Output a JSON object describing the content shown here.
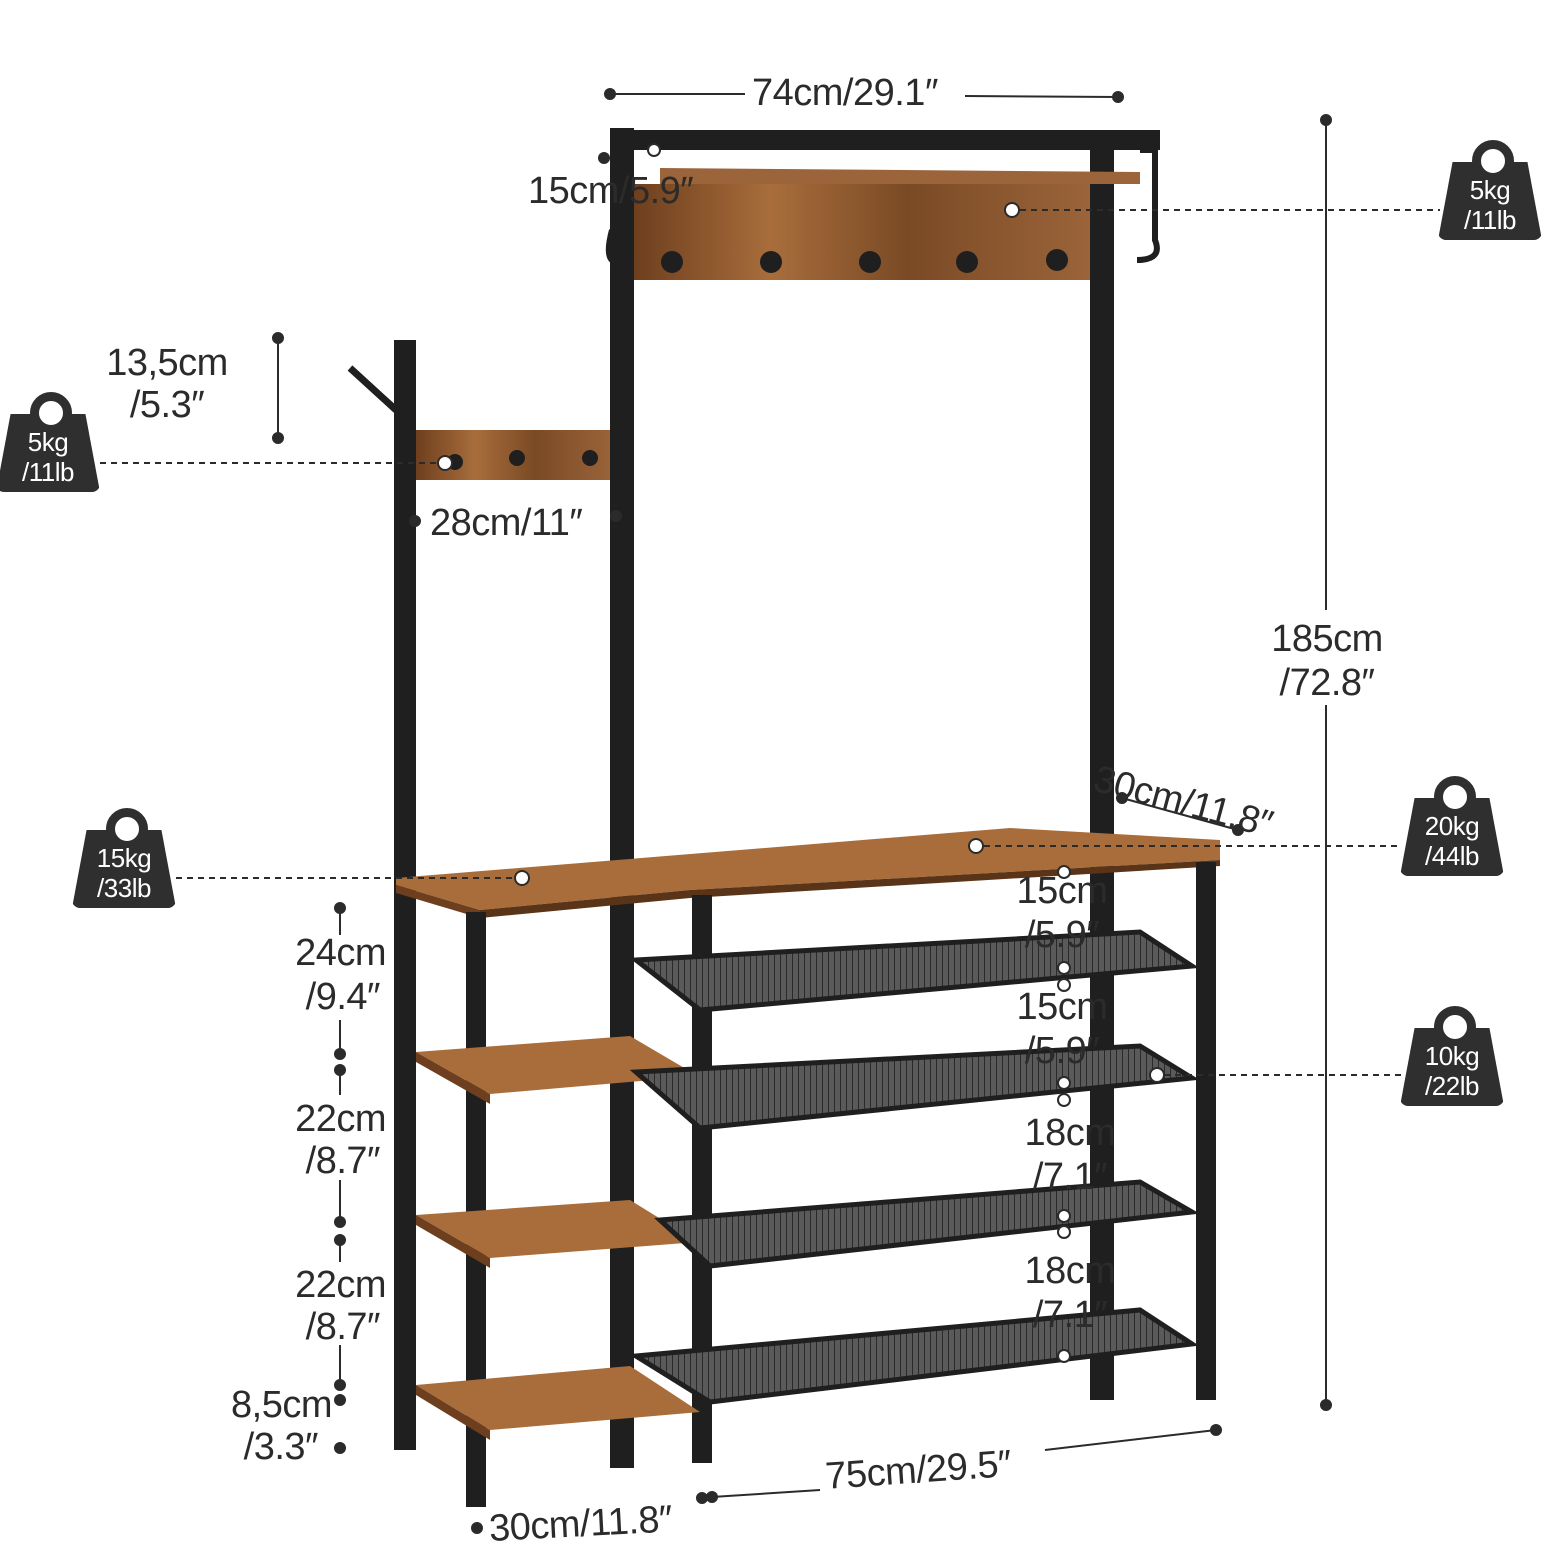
{
  "dimensions": {
    "top_width": "74cm/29.1″",
    "top_depth": "15cm/5.9″",
    "side_hook_height_line1": "13,5cm",
    "side_hook_height_line2": "/5.3″",
    "side_width": "28cm/11″",
    "total_height_line1": "185cm",
    "total_height_line2": "/72.8″",
    "bench_depth": "30cm/11.8″",
    "left_gap1_line1": "24cm",
    "left_gap1_line2": "/9.4″",
    "left_gap2_line1": "22cm",
    "left_gap2_line2": "/8.7″",
    "left_gap3_line1": "22cm",
    "left_gap3_line2": "/8.7″",
    "left_gap4_line1": "8,5cm",
    "left_gap4_line2": "/3.3″",
    "right_gap1_line1": "15cm",
    "right_gap1_line2": "/5.9″",
    "right_gap2_line1": "15cm",
    "right_gap2_line2": "/5.9″",
    "right_gap3_line1": "18cm",
    "right_gap3_line2": "/7.1″",
    "right_gap4_line1": "18cm",
    "right_gap4_line2": "/7.1″",
    "bottom_width": "75cm/29.5″",
    "bottom_depth": "30cm/11.8″"
  },
  "weights": {
    "top_hooks": {
      "kg": "5kg",
      "lb": "/11lb"
    },
    "side_hooks": {
      "kg": "5kg",
      "lb": "/11lb"
    },
    "left_top": {
      "kg": "15kg",
      "lb": "/33lb"
    },
    "bench": {
      "kg": "20kg",
      "lb": "/44lb"
    },
    "mesh_shelf": {
      "kg": "10kg",
      "lb": "/22lb"
    }
  },
  "colors": {
    "frame": "#1f1f1f",
    "wood": "#8a5530",
    "wood_light": "#b07a48",
    "mesh": "#3a3a3a",
    "annotation": "#2b2b2b",
    "badge": "#2f2f2f"
  }
}
